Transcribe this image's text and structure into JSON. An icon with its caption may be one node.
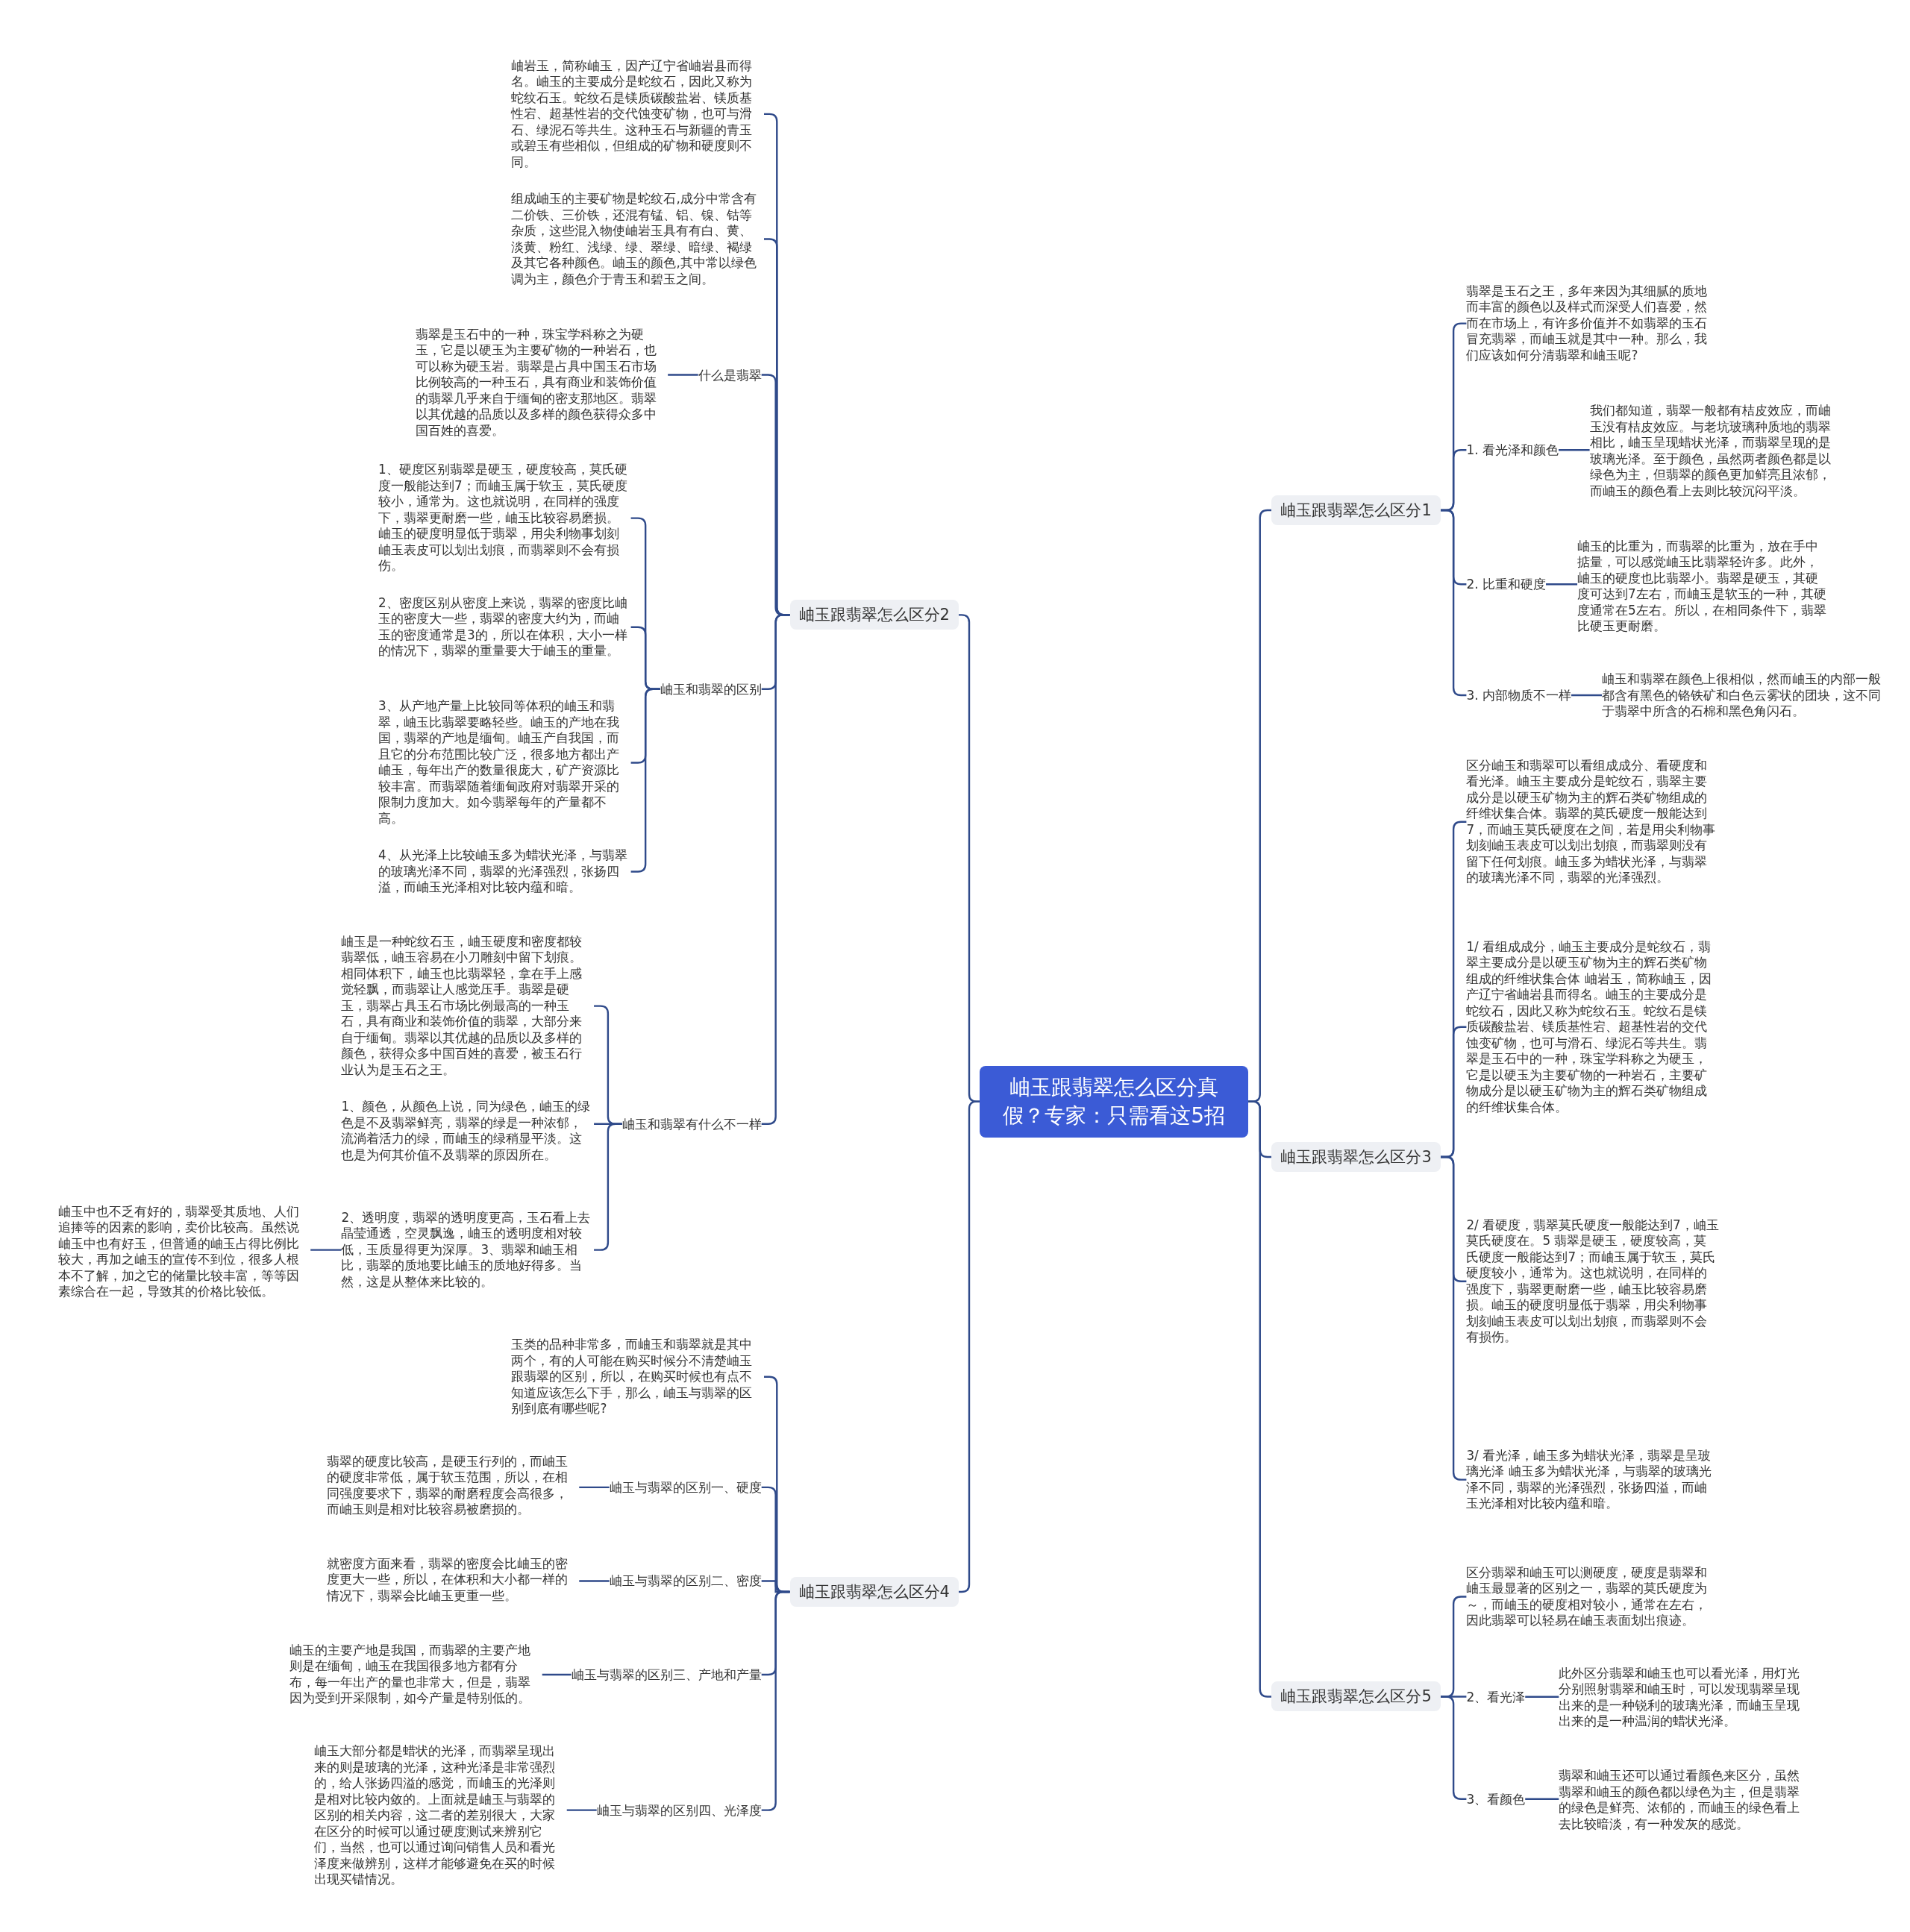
{
  "diagram": {
    "nodes": [
      {
        "text": [
          "岫玉跟翡翠怎么区分真假？专家：只需看这5招"
        ]
      },
      {
        "text": [
          "岫玉跟翡翠怎么区分1"
        ]
      },
      {
        "text": [
          "翡翠是玉石之王，多年来因为其细腻的质地而丰富的颜色以及样式而深受人们喜爱，然而在市场上，有许多价值并不如翡翠的玉石冒充翡翠，而岫玉就是其中一种。那么，我们应该如何分清翡翠和岫玉呢?"
        ]
      },
      {
        "text": [
          "1. 看光泽和颜色"
        ]
      },
      {
        "text": [
          "我们都知道，翡翠一般都有桔皮效应，而岫玉没有桔皮效应。与老坑玻璃种质地的翡翠相比，岫玉呈现蜡状光泽，而翡翠呈现的是玻璃光泽。至于颜色，虽然两者颜色都是以绿色为主，但翡翠的颜色更加鲜亮且浓郁，而岫玉的颜色看上去则比较沉闷平淡。"
        ]
      },
      {
        "text": [
          "2. 比重和硬度"
        ]
      },
      {
        "text": [
          "岫玉的比重为，而翡翠的比重为，放在手中掂量，可以感觉岫玉比翡翠轻许多。此外，岫玉的硬度也比翡翠小。翡翠是硬玉，其硬度可达到7左右，而岫玉是软玉的一种，其硬度通常在5左右。所以，在相同条件下，翡翠比硬玉更耐磨。"
        ]
      },
      {
        "text": [
          "3. 内部物质不一样"
        ]
      },
      {
        "text": [
          "岫玉和翡翠在颜色上很相似，然而岫玉的内部一般都含有黑色的铬铁矿和白色云雾状的团块，这不同于翡翠中所含的石棉和黑色角闪石。"
        ]
      },
      {
        "text": [
          "岫玉跟翡翠怎么区分3"
        ]
      },
      {
        "text": [
          "区分岫玉和翡翠可以看组成成分、看硬度和看光泽。岫玉主要成分是蛇纹石，翡翠主要成分是以硬玉矿物为主的辉石类矿物组成的纤维状集合体。翡翠的莫氏硬度一般能达到7，而岫玉莫氏硬度在之间，若是用尖利物事划刻岫玉表皮可以划出划痕，而翡翠则没有留下任何划痕。岫玉多为蜡状光泽，与翡翠的玻璃光泽不同，翡翠的光泽强烈。"
        ]
      },
      {
        "text": [
          "1/ 看组成成分，岫玉主要成分是蛇纹石，翡翠主要成分是以硬玉矿物为主的辉石类矿物组成的纤维状集合体 岫岩玉，简称岫玉，因产辽宁省岫岩县而得名。岫玉的主要成分是蛇纹石，因此又称为蛇纹石玉。蛇纹石是镁质碳酸盐岩、镁质基性宕、超基性岩的交代蚀变矿物，也可与滑石、绿泥石等共生。翡翠是玉石中的一种，珠宝学科称之为硬玉，它是以硬玉为主要矿物的一种岩石，主要矿物成分是以硬玉矿物为主的辉石类矿物组成的纤维状集合体。"
        ]
      },
      {
        "text": [
          "2/ 看硬度，翡翠莫氏硬度一般能达到7，岫玉莫氏硬度在。5 翡翠是硬玉，硬度较高，莫氏硬度一般能达到7；而岫玉属于软玉，莫氏硬度较小，通常为。这也就说明，在同样的强度下，翡翠更耐磨一些，岫玉比较容易磨损。岫玉的硬度明显低于翡翠，用尖利物事划刻岫玉表皮可以划出划痕，而翡翠则不会有损伤。"
        ]
      },
      {
        "text": [
          "3/ 看光泽，岫玉多为蜡状光泽，翡翠是呈玻璃光泽 岫玉多为蜡状光泽，与翡翠的玻璃光泽不同，翡翠的光泽强烈，张扬四溢，而岫玉光泽相对比较内蕴和暗。"
        ]
      },
      {
        "text": [
          "岫玉跟翡翠怎么区分5"
        ]
      },
      {
        "text": [
          "区分翡翠和岫玉可以测硬度，硬度是翡翠和岫玉最显著的区别之一，翡翠的莫氏硬度为～，而岫玉的硬度相对较小，通常在左右，因此翡翠可以轻易在岫玉表面划出痕迹。"
        ]
      },
      {
        "text": [
          "2、看光泽"
        ]
      },
      {
        "text": [
          "此外区分翡翠和岫玉也可以看光泽，用灯光分别照射翡翠和岫玉时，可以发现翡翠呈现出来的是一种锐利的玻璃光泽，而岫玉呈现出来的是一种温润的蜡状光泽。"
        ]
      },
      {
        "text": [
          "3、看颜色"
        ]
      },
      {
        "text": [
          "翡翠和岫玉还可以通过看颜色来区分，虽然翡翠和岫玉的颜色都以绿色为主，但是翡翠的绿色是鲜亮、浓郁的，而岫玉的绿色看上去比较暗淡，有一种发灰的感觉。"
        ]
      },
      {
        "text": [
          "岫玉跟翡翠怎么区分2"
        ]
      },
      {
        "text": [
          "岫岩玉，简称岫玉，因产辽宁省岫岩县而得名。岫玉的主要成分是蛇纹石，因此又称为蛇纹石玉。蛇纹石是镁质碳酸盐岩、镁质基性宕、超基性岩的交代蚀变矿物，也可与滑石、绿泥石等共生。这种玉石与新疆的青玉或碧玉有些相似，但组成的矿物和硬度则不同。"
        ]
      },
      {
        "text": [
          "组成岫玉的主要矿物是蛇纹石,成分中常含有二价铁、三价铁，还混有锰、铝、镍、钴等杂质，这些混入物使岫岩玉具有有白、黄、淡黄、粉红、浅绿、绿、翠绿、暗绿、褐绿及其它各种颜色。岫玉的颜色,其中常以绿色调为主，颜色介于青玉和碧玉之间。"
        ]
      },
      {
        "text": [
          "什么是翡翠"
        ]
      },
      {
        "text": [
          "翡翠是玉石中的一种，珠宝学科称之为硬玉，它是以硬玉为主要矿物的一种岩石，也可以称为硬玉岩。翡翠是占具中国玉石市场比例较高的一种玉石，具有商业和装饰价值的翡翠几乎来自于缅甸的密支那地区。翡翠以其优越的品质以及多样的颜色获得众多中国百姓的喜爱。"
        ]
      },
      {
        "text": [
          "岫玉和翡翠的区别"
        ]
      },
      {
        "text": [
          "1、硬度区别翡翠是硬玉，硬度较高，莫氏硬度一般能达到7；而岫玉属于软玉，莫氏硬度较小，通常为。这也就说明，在同样的强度下，翡翠更耐磨一些，岫玉比较容易磨损。岫玉的硬度明显低于翡翠，用尖利物事划刻岫玉表皮可以划出划痕，而翡翠则不会有损伤。"
        ]
      },
      {
        "text": [
          "2、密度区别从密度上来说，翡翠的密度比岫玉的密度大一些，翡翠的密度大约为，而岫玉的密度通常是3的，所以在体积，大小一样的情况下，翡翠的重量要大于岫玉的重量。"
        ]
      },
      {
        "text": [
          "3、从产地产量上比较同等体积的岫玉和翡翠，岫玉比翡翠要略轻些。岫玉的产地在我国，翡翠的产地是缅甸。岫玉产自我国，而且它的分布范围比较广泛，很多地方都出产岫玉，每年出产的数量很庞大，矿产资源比较丰富。而翡翠随着缅甸政府对翡翠开采的限制力度加大。如今翡翠每年的产量都不高。"
        ]
      },
      {
        "text": [
          "4、从光泽上比较岫玉多为蜡状光泽，与翡翠的玻璃光泽不同，翡翠的光泽强烈，张扬四溢，而岫玉光泽相对比较内蕴和暗。"
        ]
      },
      {
        "text": [
          "岫玉和翡翠有什么不一样"
        ]
      },
      {
        "text": [
          "岫玉是一种蛇纹石玉，岫玉硬度和密度都较翡翠低，岫玉容易在小刀雕刻中留下划痕。相同体积下，岫玉也比翡翠轻，拿在手上感觉轻飘，而翡翠让人感觉压手。翡翠是硬玉，翡翠占具玉石市场比例最高的一种玉石，具有商业和装饰价值的翡翠，大部分来自于缅甸。翡翠以其优越的品质以及多样的颜色，获得众多中国百姓的喜爱，被玉石行业认为是玉石之王。"
        ]
      },
      {
        "text": [
          "1、颜色，从颜色上说，同为绿色，岫玉的绿色是不及翡翠鲜亮，翡翠的绿是一种浓郁，流淌着活力的绿，而岫玉的绿稍显平淡。这也是为何其价值不及翡翠的原因所在。"
        ]
      },
      {
        "text": [
          "2、透明度，翡翠的透明度更高，玉石看上去晶莹通透，空灵飘逸，岫玉的透明度相对较低，玉质显得更为深厚。3、翡翠和岫玉相比，翡翠的质地要比岫玉的质地好得多。当然，这是从整体来比较的。"
        ]
      },
      {
        "text": [
          "岫玉中也不乏有好的，翡翠受其质地、人们追捧等的因素的影响，卖价比较高。虽然说岫玉中也有好玉，但普通的岫玉占得比例比较大，再加之岫玉的宣传不到位，很多人根本不了解，加之它的储量比较丰富，等等因素综合在一起，导致其的价格比较低。"
        ]
      },
      {
        "text": [
          "岫玉跟翡翠怎么区分4"
        ]
      },
      {
        "text": [
          "玉类的品种非常多，而岫玉和翡翠就是其中两个，有的人可能在购买时候分不清楚岫玉跟翡翠的区别，所以，在购买时候也有点不知道应该怎么下手，那么，岫玉与翡翠的区别到底有哪些呢?"
        ]
      },
      {
        "text": [
          "岫玉与翡翠的区别一、硬度"
        ]
      },
      {
        "text": [
          "翡翠的硬度比较高，是硬玉行列的，而岫玉的硬度非常低，属于软玉范围，所以，在相同强度要求下，翡翠的耐磨程度会高很多，而岫玉则是相对比较容易被磨损的。"
        ]
      },
      {
        "text": [
          "岫玉与翡翠的区别二、密度"
        ]
      },
      {
        "text": [
          "就密度方面来看，翡翠的密度会比岫玉的密度更大一些，所以，在体积和大小都一样的情况下，翡翠会比岫玉更重一些。"
        ]
      },
      {
        "text": [
          "岫玉与翡翠的区别三、产地和产量"
        ]
      },
      {
        "text": [
          "岫玉的主要产地是我国，而翡翠的主要产地则是在缅甸，岫玉在我国很多地方都有分布，每一年出产的量也非常大，但是，翡翠因为受到开采限制，如今产量是特别低的。"
        ]
      },
      {
        "text": [
          "岫玉与翡翠的区别四、光泽度"
        ]
      },
      {
        "text": [
          "岫玉大部分都是蜡状的光泽，而翡翠呈现出来的则是玻璃的光泽，这种光泽是非常强烈的，给人张扬四溢的感觉，而岫玉的光泽则是相对比较内敛的。上面就是岫玉与翡翠的区别的相关内容，这二者的差别很大，大家在区分的时候可以通过硬度测试来辨别它们，当然，也可以通过询问销售人员和看光泽度来做辨别，这样才能够避免在买的时候出现买错情况。"
        ]
      }
    ],
    "edges": [
      {
        "from": 0,
        "to": 1,
        "arrow": "none"
      },
      {
        "from": 0,
        "to": 9,
        "arrow": "none"
      },
      {
        "from": 0,
        "to": 14,
        "arrow": "none"
      },
      {
        "from": 0,
        "to": 20,
        "arrow": "none"
      },
      {
        "from": 0,
        "to": 35,
        "arrow": "none"
      },
      {
        "from": 1,
        "to": 2,
        "arrow": "none"
      },
      {
        "from": 1,
        "to": 3,
        "arrow": "none"
      },
      {
        "from": 3,
        "to": 4,
        "arrow": "none"
      },
      {
        "from": 1,
        "to": 5,
        "arrow": "none"
      },
      {
        "from": 5,
        "to": 6,
        "arrow": "none"
      },
      {
        "from": 1,
        "to": 7,
        "arrow": "none"
      },
      {
        "from": 7,
        "to": 8,
        "arrow": "none"
      },
      {
        "from": 9,
        "to": 10,
        "arrow": "none"
      },
      {
        "from": 9,
        "to": 11,
        "arrow": "none"
      },
      {
        "from": 9,
        "to": 12,
        "arrow": "none"
      },
      {
        "from": 9,
        "to": 13,
        "arrow": "none"
      },
      {
        "from": 14,
        "to": 15,
        "arrow": "none"
      },
      {
        "from": 14,
        "to": 16,
        "arrow": "none"
      },
      {
        "from": 16,
        "to": 17,
        "arrow": "none"
      },
      {
        "from": 14,
        "to": 18,
        "arrow": "none"
      },
      {
        "from": 18,
        "to": 19,
        "arrow": "none"
      },
      {
        "from": 20,
        "to": 21,
        "arrow": "none"
      },
      {
        "from": 20,
        "to": 22,
        "arrow": "none"
      },
      {
        "from": 20,
        "to": 23,
        "arrow": "none"
      },
      {
        "from": 23,
        "to": 24,
        "arrow": "none"
      },
      {
        "from": 20,
        "to": 25,
        "arrow": "none"
      },
      {
        "from": 25,
        "to": 26,
        "arrow": "none"
      },
      {
        "from": 25,
        "to": 27,
        "arrow": "none"
      },
      {
        "from": 25,
        "to": 28,
        "arrow": "none"
      },
      {
        "from": 25,
        "to": 29,
        "arrow": "none"
      },
      {
        "from": 20,
        "to": 30,
        "arrow": "none"
      },
      {
        "from": 30,
        "to": 31,
        "arrow": "none"
      },
      {
        "from": 30,
        "to": 32,
        "arrow": "none"
      },
      {
        "from": 30,
        "to": 33,
        "arrow": "none"
      },
      {
        "from": 33,
        "to": 34,
        "arrow": "none"
      },
      {
        "from": 35,
        "to": 36,
        "arrow": "none"
      },
      {
        "from": 35,
        "to": 37,
        "arrow": "none"
      },
      {
        "from": 37,
        "to": 38,
        "arrow": "none"
      },
      {
        "from": 35,
        "to": 39,
        "arrow": "none"
      },
      {
        "from": 39,
        "to": 40,
        "arrow": "none"
      },
      {
        "from": 35,
        "to": 41,
        "arrow": "none"
      },
      {
        "from": 41,
        "to": 42,
        "arrow": "none"
      },
      {
        "from": 35,
        "to": 43,
        "arrow": "none"
      },
      {
        "from": 43,
        "to": 44,
        "arrow": "none"
      }
    ]
  }
}
